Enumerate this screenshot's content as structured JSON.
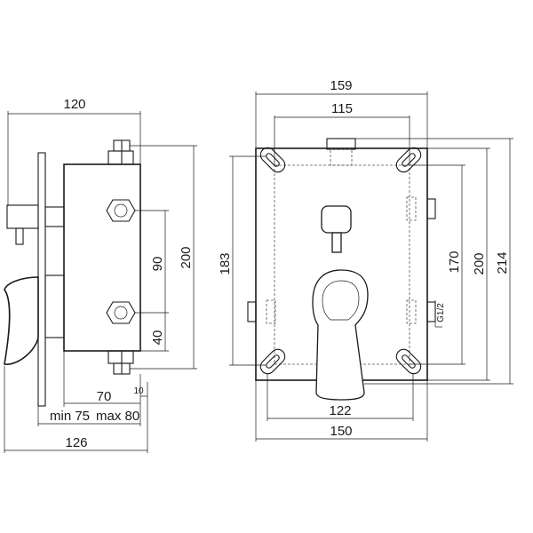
{
  "side_view": {
    "dim_top_width": "120",
    "dim_height_200": "200",
    "dim_spacing_90": "90",
    "dim_offset_40": "40",
    "dim_depth_70": "70",
    "dim_depth_10": "10",
    "dim_min": "min 75",
    "dim_max": "max 80",
    "dim_bottom_width": "126"
  },
  "front_view": {
    "dim_top_159": "159",
    "dim_top_115": "115",
    "dim_height_183": "183",
    "dim_height_170": "170",
    "dim_height_200": "200",
    "dim_height_214": "214",
    "dim_bottom_122": "122",
    "dim_bottom_150": "150",
    "thread_label": "G1/2"
  },
  "colors": {
    "line": "#1a1a1a",
    "background": "#ffffff"
  }
}
